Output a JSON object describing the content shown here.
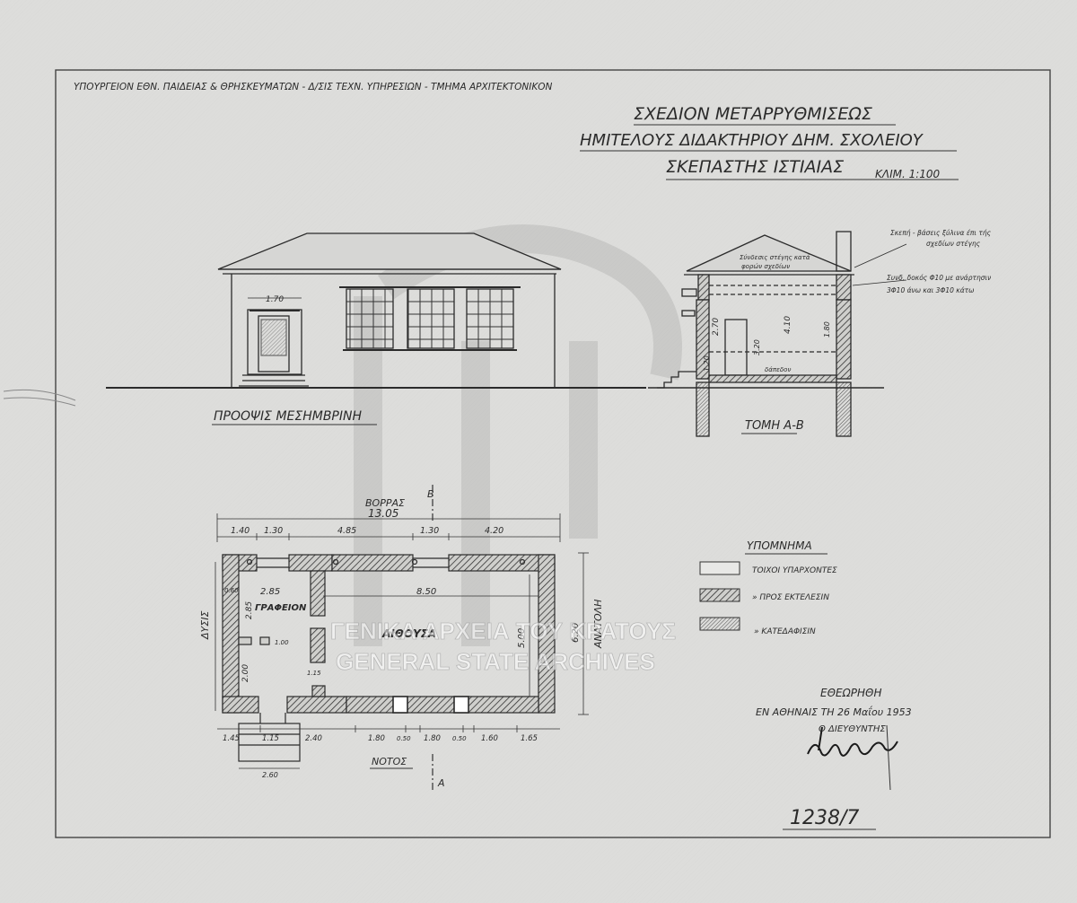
{
  "header": {
    "ministry": "ΥΠΟΥΡΓΕΙΟΝ ΕΘΝ. ΠΑΙΔΕΙΑΣ & ΘΡΗΣΚΕΥΜΑΤΩΝ - Δ/ΣΙΣ ΤΕΧΝ. ΥΠΗΡΕΣΙΩΝ - ΤΜΗΜΑ ΑΡΧΙΤΕΚΤΟΝΙΚΟΝ"
  },
  "title": {
    "line1": "ΣΧΕΔΙΟΝ ΜΕΤΑΡΡΥΘΜΙΣΕΩΣ",
    "line2": "ΗΜΙΤΕΛΟΥΣ ΔΙΔΑΚΤΗΡΙΟΥ ΔΗΜ. ΣΧΟΛΕΙΟΥ",
    "line3": "ΣΚΕΠΑΣΤΗΣ ΙΣΤΙΑΙΑΣ",
    "scale": "ΚΛΙΜ. 1:100"
  },
  "elevation": {
    "label": "ΠΡΟΟΨΙΣ ΜΕΣΗΜΒΡΙΝΗ",
    "door_width": "1.70"
  },
  "section": {
    "label": "ΤΟΜΗ Α-Β",
    "note1a": "Σκεπή - βάσεις ξύλινα έπι τής",
    "note1b": "σχεδίων στέγης",
    "note2a": "Συνδ. δοκός Φ10 με ανάρτησιν",
    "note2b": "3Φ10 άνω και 3Φ10 κάτω",
    "roof_note1": "Σύνδεσις στέγης κατά",
    "roof_note2": "φορών σχεδίων",
    "dim_270": "2.70",
    "dim_410": "4.10",
    "dim_320": "3.20",
    "dim_180": "1.80",
    "dim_120": "1.20",
    "floor": "δάπεδον"
  },
  "plan": {
    "north": "ΒΟΡΡΑΣ",
    "south": "ΝΟΤΟΣ",
    "west": "ΔΥΣΙΣ",
    "east": "ΑΝΑΤΟΛΗ",
    "total_width": "13.05",
    "top_dims": [
      "1.40",
      "1.30",
      "4.85",
      "1.30",
      "4.20"
    ],
    "bottom_dims": [
      "1.45",
      "1.15",
      "2.40",
      "1.80",
      "0.50",
      "1.80",
      "0.50",
      "1.60",
      "1.65"
    ],
    "office": "ΓΡΑΦΕΙΟΝ",
    "hall": "ΑΙΘΟΥΣΑ",
    "dim_office_w": "2.85",
    "dim_office_h": "2.85",
    "dim_hall_w": "8.50",
    "dim_hall_h": "5.00",
    "dim_depth": "6.20",
    "dim_lower": "2.00",
    "dim_left": "0.60",
    "dim_door": "1.00",
    "dim_small": "1.15",
    "dim_steps": "2.60",
    "section_mark_a": "Α",
    "section_mark_b": "Β"
  },
  "legend": {
    "title": "ΥΠΟΜΝΗΜΑ",
    "item1": "ΤΟΙΧΟΙ ΥΠΑΡΧΟΝΤΕΣ",
    "item2": "»  ΠΡΟΣ ΕΚΤΕΛΕΣΙΝ",
    "item3": "»  ΚΑΤΕΔΑΦΙΣΙΝ"
  },
  "approval": {
    "line1": "ΕΘΕΩΡΗΘΗ",
    "line2": "ΕΝ ΑΘΗΝΑΙΣ ΤΗ 26 Μαΐου 1953",
    "line3": "Ο ΔΙΕΥΘΥΝΤΗΣ"
  },
  "archive_number": "1238/7",
  "watermark": {
    "greek": "ΓΕΝΙΚΑ ΑΡΧΕΙΑ ΤΟΥ ΚΡΑΤΟΥΣ",
    "english": "GENERAL STATE ARCHIVES"
  }
}
